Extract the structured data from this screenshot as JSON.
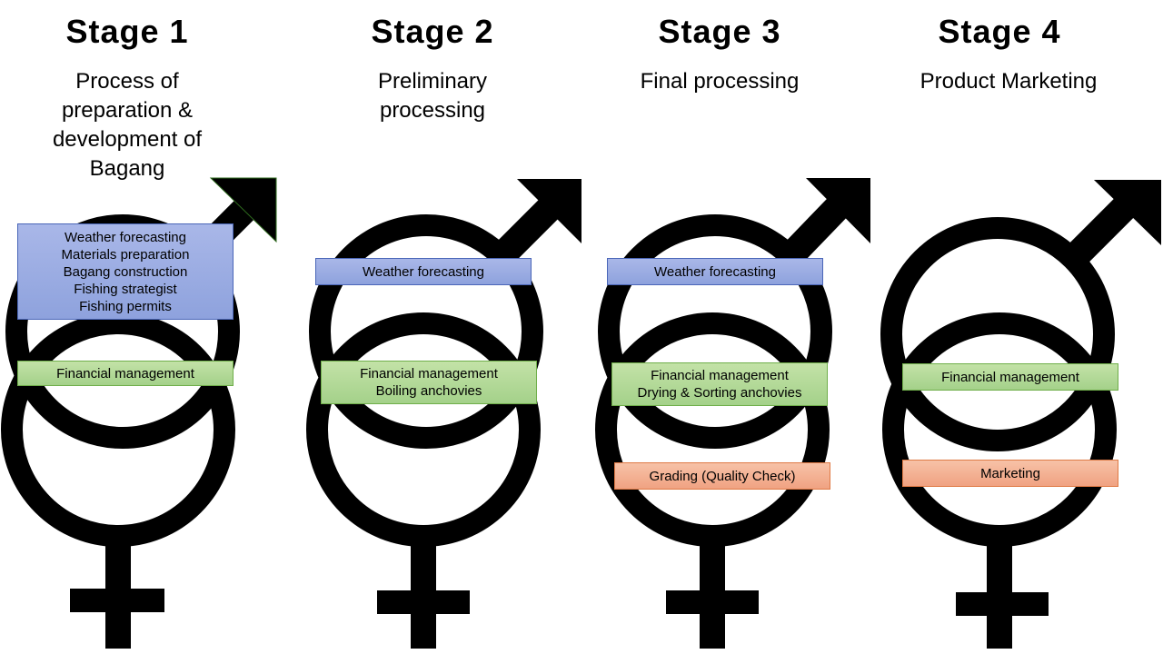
{
  "stages": [
    {
      "title": "Stage 1",
      "subtitle": [
        "Process of",
        "preparation &",
        "development of",
        "Bagang"
      ],
      "blue_box": [
        "Weather forecasting",
        "Materials preparation",
        "Bagang construction",
        "Fishing strategist",
        "Fishing permits"
      ],
      "green_box": [
        "Financial management"
      ]
    },
    {
      "title": "Stage 2",
      "subtitle": [
        "Preliminary",
        "processing"
      ],
      "blue_box": [
        "Weather forecasting"
      ],
      "green_box": [
        "Financial management",
        "Boiling anchovies"
      ]
    },
    {
      "title": "Stage 3",
      "subtitle": [
        "Final processing"
      ],
      "blue_box": [
        "Weather forecasting"
      ],
      "green_box": [
        "Financial management",
        "Drying & Sorting anchovies"
      ],
      "orange_box": [
        "Grading (Quality  Check)"
      ]
    },
    {
      "title": "Stage 4",
      "subtitle": [
        "Product Marketing"
      ],
      "green_box": [
        "Financial management"
      ],
      "orange_box": [
        "Marketing"
      ]
    }
  ],
  "colors": {
    "symbol": "#000000",
    "blue_box": "#8ea2dd",
    "green_box": "#a4d18a",
    "orange_box": "#f0a282"
  }
}
